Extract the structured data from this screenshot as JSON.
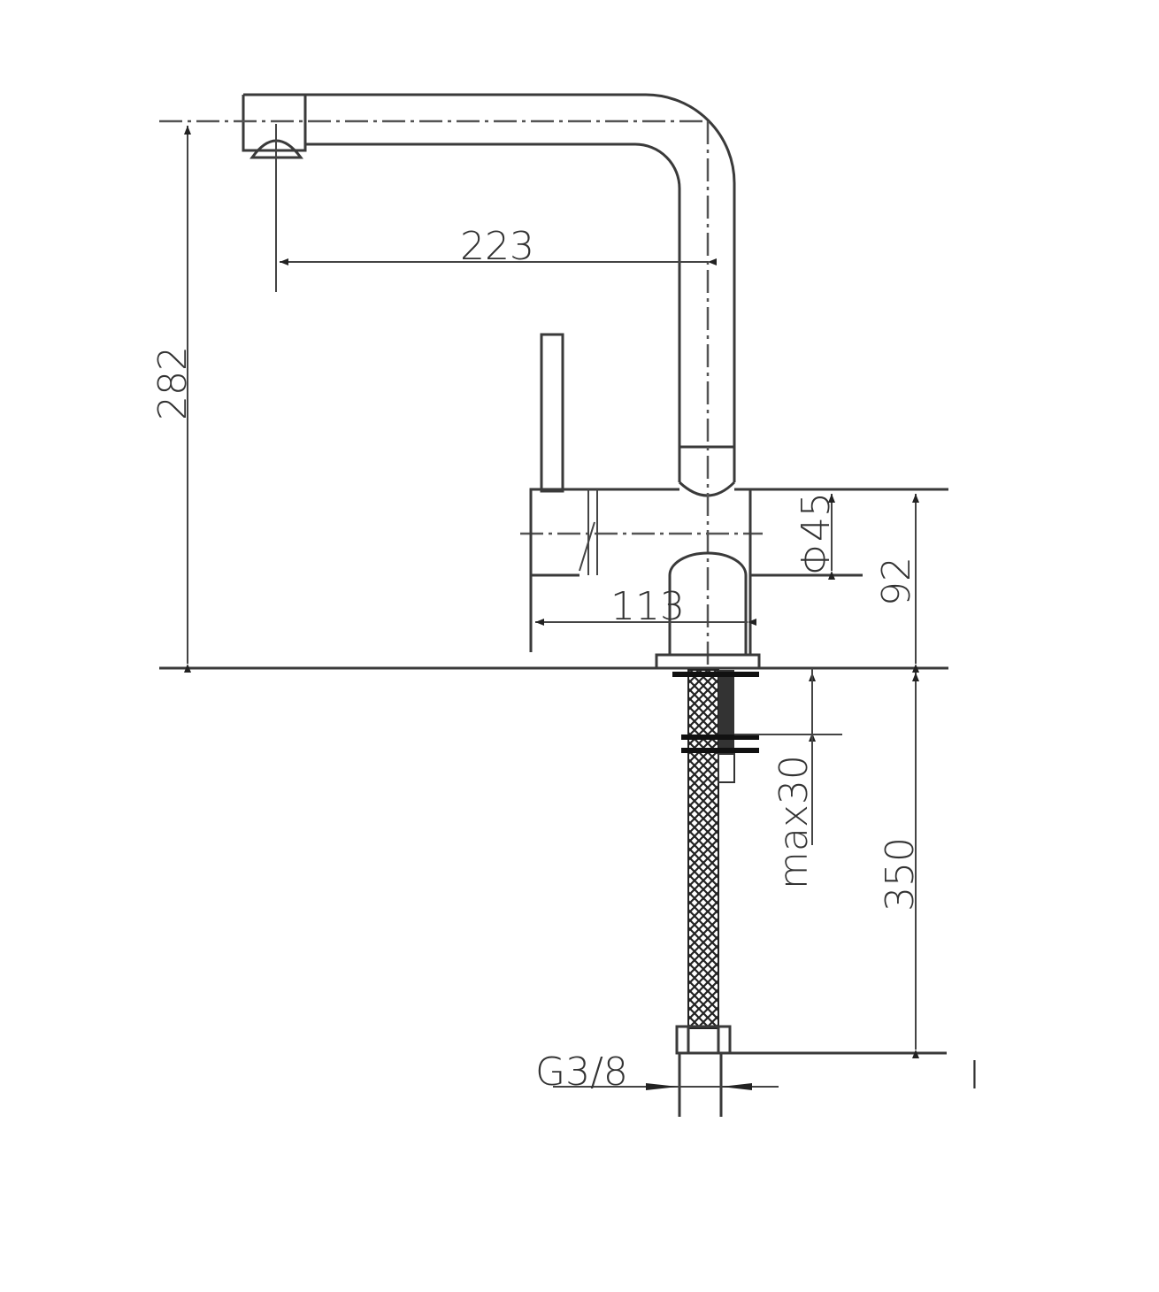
{
  "drawing": {
    "title": "Kitchen faucet side elevation",
    "dimensions": {
      "spout_reach": "223",
      "total_height": "282",
      "body_diameter": "Φ45",
      "body_height": "92",
      "body_depth": "113",
      "max_counter_thickness": "max30",
      "hose_length": "350",
      "connection_thread": "G3/8"
    },
    "marker": "I"
  }
}
